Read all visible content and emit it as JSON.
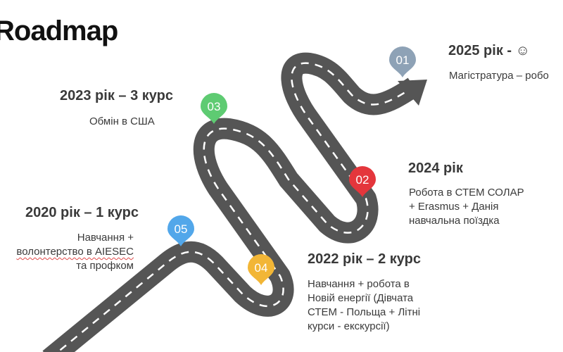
{
  "slide": {
    "title": "Roadmap"
  },
  "milestones": [
    {
      "id": "05",
      "pin_color": "#52a7ea",
      "heading": "2020 рік – 1 курс",
      "description": [
        "Навчання +",
        "волонтерство в AIESEC",
        "та профком"
      ]
    },
    {
      "id": "04",
      "pin_color": "#f2b636",
      "heading": "2022 рік – 2 курс",
      "description": [
        "Навчання + робота в",
        "Новій енергії (Дівчата",
        "СТЕМ - Польща + Літні",
        "курси - екскурсії)"
      ]
    },
    {
      "id": "03",
      "pin_color": "#5ecb72",
      "heading": "2023 рік – 3 курс",
      "description": [
        "Обмін в США"
      ]
    },
    {
      "id": "02",
      "pin_color": "#e4363c",
      "heading": "2024 рік",
      "description": [
        "Робота в СТЕМ СОЛАР",
        "+ Erasmus + Данія",
        "навчальна поїздка"
      ]
    },
    {
      "id": "01",
      "pin_color": "#8ea2b6",
      "heading": "2025 рік - ☺",
      "description": [
        "Магістратура – робо"
      ]
    }
  ],
  "road": {
    "asphalt_color": "#555555",
    "lane_color": "#ffffff"
  }
}
